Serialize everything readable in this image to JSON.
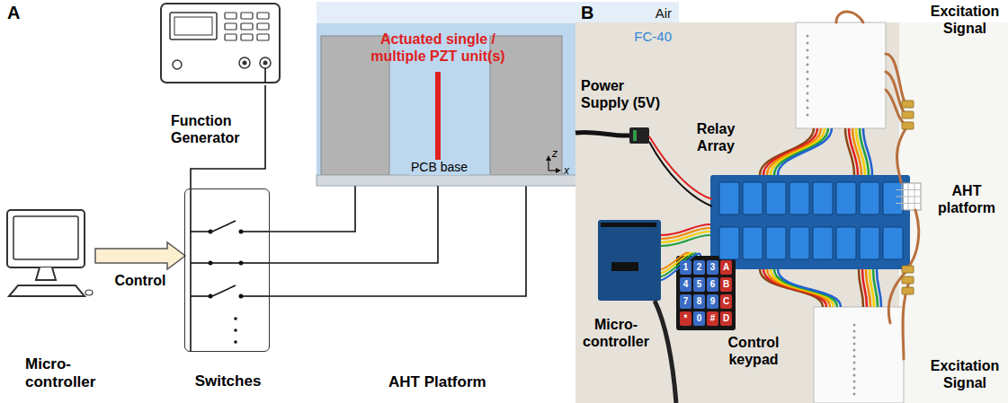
{
  "diagram": {
    "nodes": [
      {
        "text": [
          "Function Generator"
        ]
      },
      {
        "text": [
          "Micro- controller"
        ]
      },
      {
        "text": [
          "Switches"
        ]
      },
      {
        "text": [
          "Air",
          "FC-40"
        ]
      }
    ],
    "edges": [
      {
        "from": 0,
        "to": 2,
        "arrow": "none"
      },
      {
        "from": 1,
        "to": 2,
        "arrow": "to",
        "label": "Control"
      },
      {
        "from": 2,
        "to": 3,
        "arrow": "none"
      }
    ],
    "labels": [
      "A",
      "Actuated single / multiple PZT unit(s)",
      "PCB base",
      "z",
      "x",
      "AHT Platform",
      "B",
      "Power Supply (5V)",
      "Relay Array",
      "Excitation Signal",
      "AHT platform",
      "Micro- controller",
      "Control keypad",
      "Excitation Signal",
      "1",
      "2",
      "3",
      "A",
      "4",
      "5",
      "6",
      "B",
      "7",
      "8",
      "9",
      "C",
      "*",
      "0",
      "#",
      "D"
    ]
  }
}
